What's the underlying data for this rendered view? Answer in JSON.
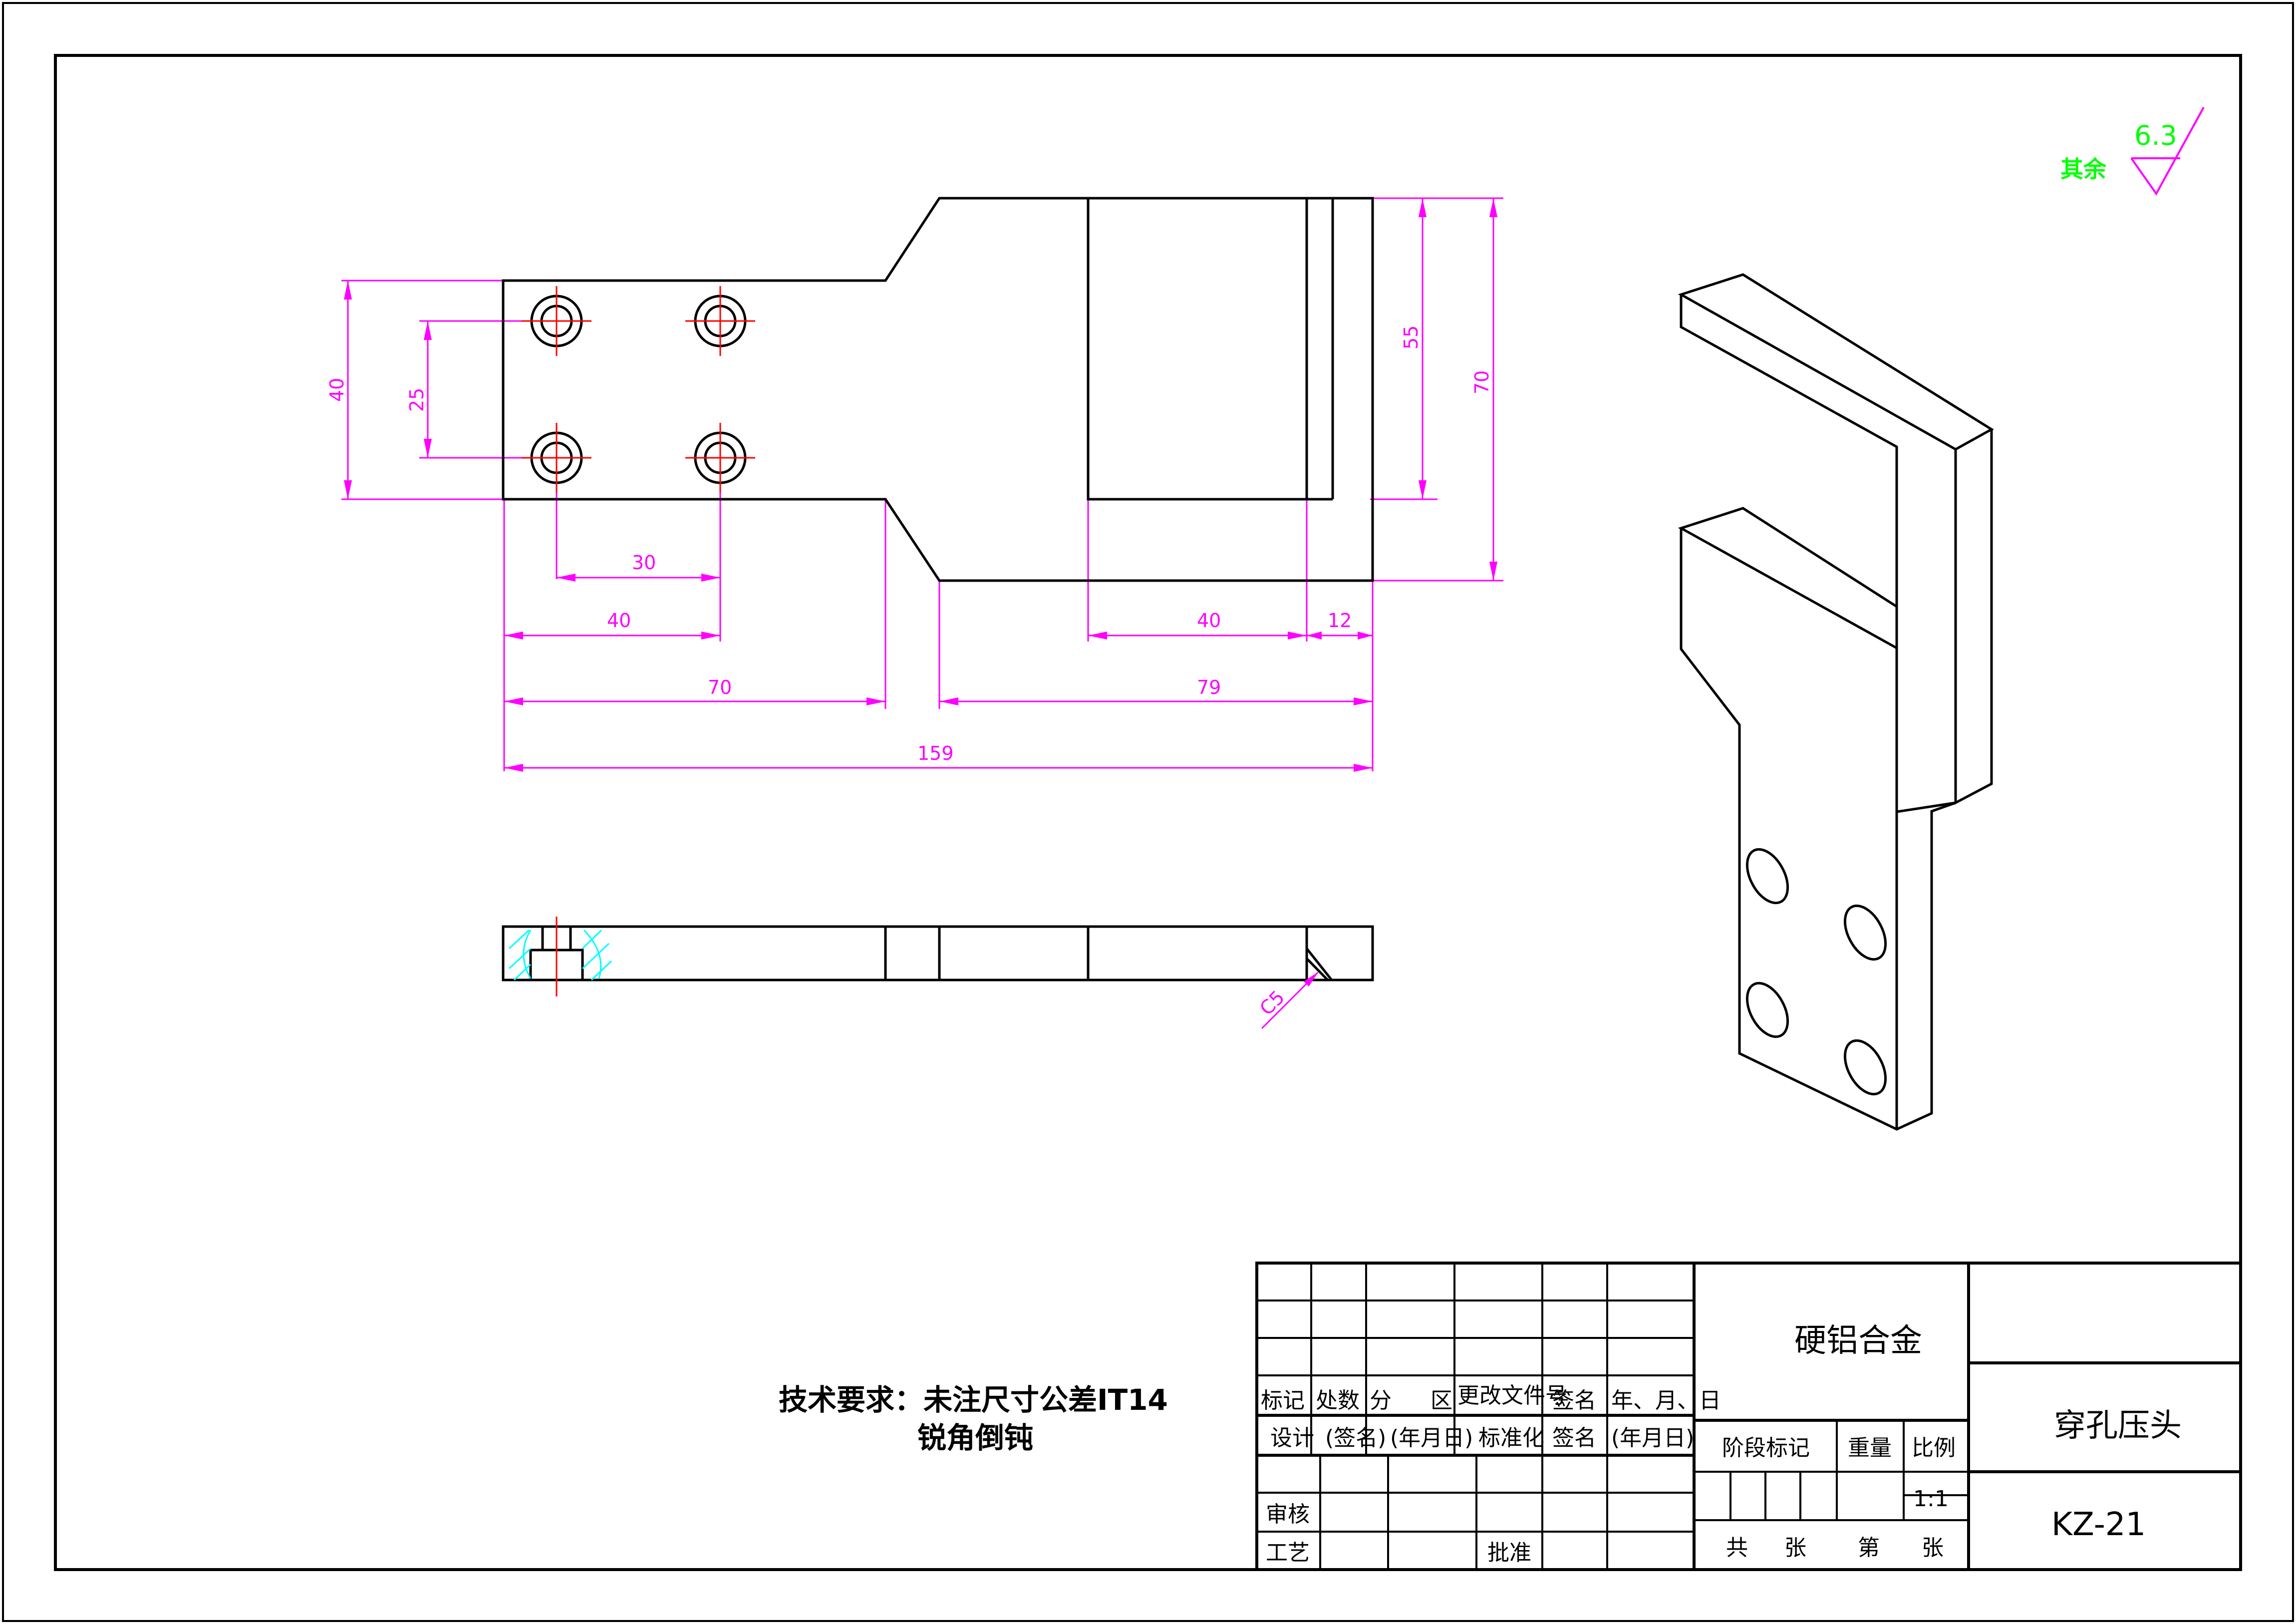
{
  "colors": {
    "outline": "#000000",
    "dimension": "#ff00ff",
    "centerline": "#ff0000",
    "hatch": "#00ffff",
    "roughness": "#00ff00"
  },
  "roughness": {
    "label": "其余",
    "value": "6.3"
  },
  "dimensions": {
    "height_40": "40",
    "hole_spacing_25": "25",
    "hole_pitch_30": "30",
    "hole_offset_40": "40",
    "left_len_70": "70",
    "right_len_79": "79",
    "slot_40": "40",
    "wall_12": "12",
    "total_159": "159",
    "slot_height_55": "55",
    "right_height_70": "70",
    "chamfer": "C5"
  },
  "technical_notes": {
    "line1": "技术要求：未注尺寸公差IT14",
    "line2": "锐角倒钝"
  },
  "title_block": {
    "headers": [
      "标记",
      "处数",
      "分",
      "区",
      "更改文件号",
      "签名",
      "年、月、日"
    ],
    "design": [
      "设计",
      "(签名)",
      "(年月日)",
      "标准化",
      "签名",
      "(年月日)"
    ],
    "review": "审核",
    "process": "工艺",
    "approve": "批准",
    "material": "硬铝合金",
    "stage_mark": "阶段标记",
    "weight": "重量",
    "ratio_label": "比例",
    "ratio_value": "1:1",
    "total_sheets": "共",
    "sheet_unit": "张",
    "sheet_no": "第",
    "sheet_unit2": "张",
    "part_name": "穿孔压头",
    "drawing_no": "KZ-21"
  }
}
